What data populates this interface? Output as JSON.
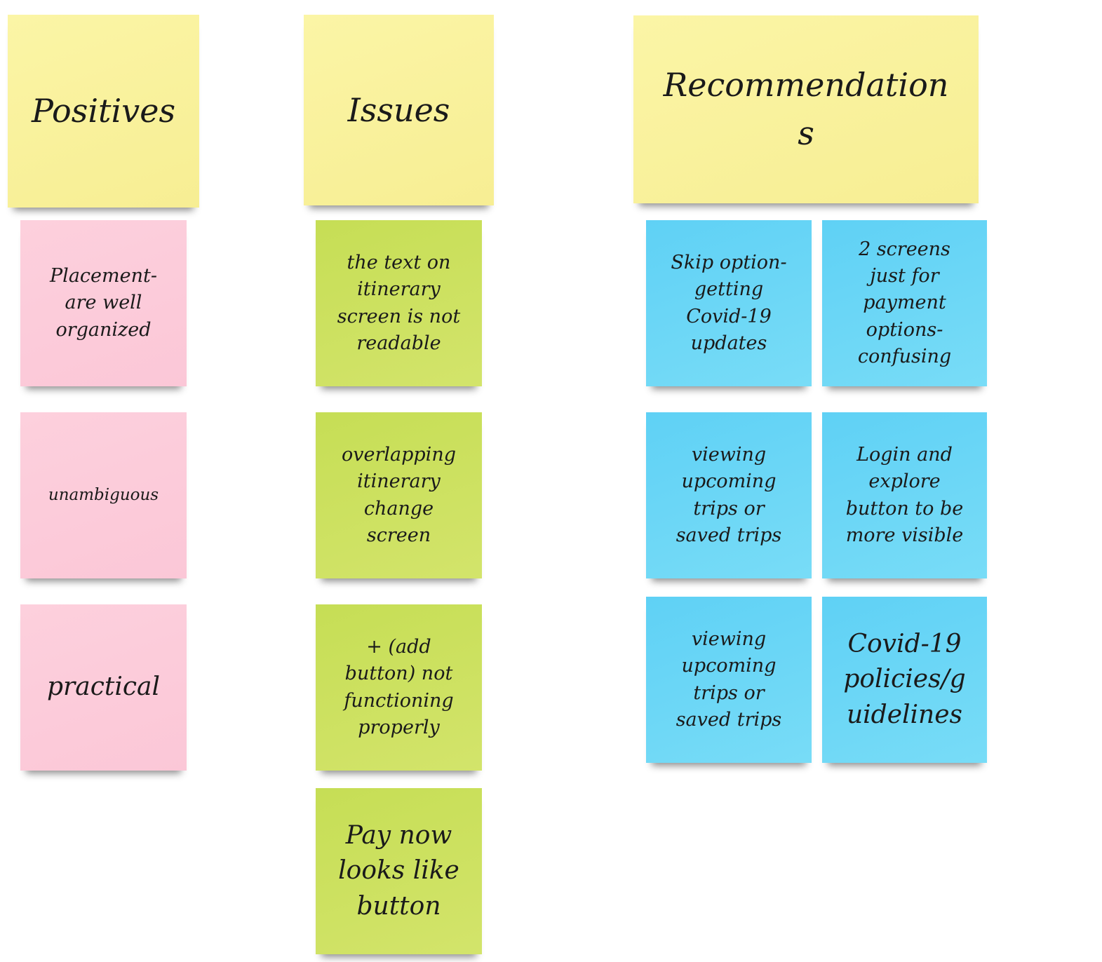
{
  "columns": {
    "positives": {
      "header": "Positives",
      "notes": [
        "Placement-\nare well\norganized",
        "unambiguous",
        "practical"
      ]
    },
    "issues": {
      "header": "Issues",
      "notes": [
        "the text on\nitinerary\nscreen is not\nreadable",
        "overlapping\nitinerary\nchange\nscreen",
        "+ (add\nbutton) not\nfunctioning\nproperly",
        "Pay now\nlooks like\nbutton"
      ]
    },
    "recommendations": {
      "header": "Recommendation\ns",
      "notes": [
        "Skip option-\ngetting\nCovid-19\nupdates",
        "2 screens\njust for\npayment\noptions-\nconfusing",
        "viewing\nupcoming\ntrips or\nsaved trips",
        "Login and\nexplore\nbutton to be\nmore visible",
        "viewing\nupcoming\ntrips or\nsaved trips",
        "Covid-19\npolicies/g\nuidelines"
      ]
    }
  },
  "colors": {
    "header": "#f7ee93",
    "positive": "#fbc7d7",
    "issue": "#cde25f",
    "recommendation": "#6cd7f6"
  }
}
